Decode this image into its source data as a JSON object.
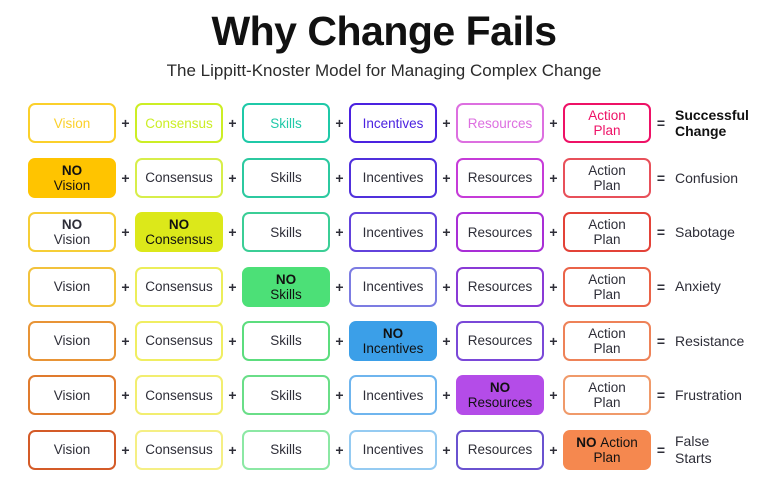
{
  "header": {
    "title": "Why Change Fails",
    "subtitle": "The Lippitt-Knoster Model for Managing Complex Change"
  },
  "symbols": {
    "plus": "+",
    "equals": "="
  },
  "columns": [
    "Vision",
    "Consensus",
    "Skills",
    "Incentives",
    "Resources",
    "Action Plan"
  ],
  "colors": {
    "vision": [
      "#FBD02B",
      "#FFC400",
      "#F6CE36",
      "#F2C23C",
      "#E89436",
      "#E07B2E",
      "#D45B28"
    ],
    "consensus": [
      "#CCEE25",
      "#D7EE4A",
      "#DCE81A",
      "#ECEE5A",
      "#F0EE62",
      "#F2EE70",
      "#F5EF84"
    ],
    "skills": [
      "#1FC9A8",
      "#2CC9A0",
      "#3BCE96",
      "#4CE077",
      "#5CDD7E",
      "#6ADE88",
      "#8CE8A4"
    ],
    "incentives": [
      "#4B22E0",
      "#5030DC",
      "#6242DC",
      "#7C7CE2",
      "#3B9FE8",
      "#6FB5EE",
      "#95CBF2"
    ],
    "resources": [
      "#DD6FE0",
      "#C63BD8",
      "#A92ED6",
      "#8A3AD6",
      "#7A48D8",
      "#B44CE8",
      "#6A52D0"
    ],
    "actionplan": [
      "#EE1166",
      "#E8505A",
      "#E34238",
      "#EA6348",
      "#EE8258",
      "#F09A6A",
      "#F5884F"
    ],
    "text_bold_black": "#111111",
    "text_body": "#2e2e38",
    "background": "#ffffff"
  },
  "rows": [
    {
      "id": "row-successful-change",
      "missing": null,
      "result": "Successful\nChange",
      "result_bold": true,
      "colored_text": true,
      "cells": [
        {
          "label": "Vision",
          "no": false,
          "filled": false
        },
        {
          "label": "Consensus",
          "no": false,
          "filled": false
        },
        {
          "label": "Skills",
          "no": false,
          "filled": false
        },
        {
          "label": "Incentives",
          "no": false,
          "filled": false
        },
        {
          "label": "Resources",
          "no": false,
          "filled": false
        },
        {
          "label": "Action\nPlan",
          "no": false,
          "filled": false
        }
      ]
    },
    {
      "id": "row-confusion",
      "missing": "Vision",
      "result": "Confusion",
      "result_bold": false,
      "colored_text": false,
      "cells": [
        {
          "label": "Vision",
          "no": true,
          "filled": true
        },
        {
          "label": "Consensus",
          "no": false,
          "filled": false
        },
        {
          "label": "Skills",
          "no": false,
          "filled": false
        },
        {
          "label": "Incentives",
          "no": false,
          "filled": false
        },
        {
          "label": "Resources",
          "no": false,
          "filled": false
        },
        {
          "label": "Action\nPlan",
          "no": false,
          "filled": false
        }
      ]
    },
    {
      "id": "row-sabotage",
      "missing": "Consensus",
      "result": "Sabotage",
      "result_bold": false,
      "colored_text": false,
      "cells": [
        {
          "label": "Vision",
          "no": true,
          "filled": false
        },
        {
          "label": "Consensus",
          "no": true,
          "filled": true
        },
        {
          "label": "Skills",
          "no": false,
          "filled": false
        },
        {
          "label": "Incentives",
          "no": false,
          "filled": false
        },
        {
          "label": "Resources",
          "no": false,
          "filled": false
        },
        {
          "label": "Action\nPlan",
          "no": false,
          "filled": false
        }
      ]
    },
    {
      "id": "row-anxiety",
      "missing": "Skills",
      "result": "Anxiety",
      "result_bold": false,
      "colored_text": false,
      "cells": [
        {
          "label": "Vision",
          "no": false,
          "filled": false
        },
        {
          "label": "Consensus",
          "no": false,
          "filled": false
        },
        {
          "label": "Skills",
          "no": true,
          "filled": true
        },
        {
          "label": "Incentives",
          "no": false,
          "filled": false
        },
        {
          "label": "Resources",
          "no": false,
          "filled": false
        },
        {
          "label": "Action\nPlan",
          "no": false,
          "filled": false
        }
      ]
    },
    {
      "id": "row-resistance",
      "missing": "Incentives",
      "result": "Resistance",
      "result_bold": false,
      "colored_text": false,
      "cells": [
        {
          "label": "Vision",
          "no": false,
          "filled": false
        },
        {
          "label": "Consensus",
          "no": false,
          "filled": false
        },
        {
          "label": "Skills",
          "no": false,
          "filled": false
        },
        {
          "label": "Incentives",
          "no": true,
          "filled": true
        },
        {
          "label": "Resources",
          "no": false,
          "filled": false
        },
        {
          "label": "Action\nPlan",
          "no": false,
          "filled": false
        }
      ]
    },
    {
      "id": "row-frustration",
      "missing": "Resources",
      "result": "Frustration",
      "result_bold": false,
      "colored_text": false,
      "cells": [
        {
          "label": "Vision",
          "no": false,
          "filled": false
        },
        {
          "label": "Consensus",
          "no": false,
          "filled": false
        },
        {
          "label": "Skills",
          "no": false,
          "filled": false
        },
        {
          "label": "Incentives",
          "no": false,
          "filled": false
        },
        {
          "label": "Resources",
          "no": true,
          "filled": true
        },
        {
          "label": "Action\nPlan",
          "no": false,
          "filled": false
        }
      ]
    },
    {
      "id": "row-false-starts",
      "missing": "Action Plan",
      "result": "False Starts",
      "result_bold": false,
      "colored_text": false,
      "cells": [
        {
          "label": "Vision",
          "no": false,
          "filled": false
        },
        {
          "label": "Consensus",
          "no": false,
          "filled": false
        },
        {
          "label": "Skills",
          "no": false,
          "filled": false
        },
        {
          "label": "Incentives",
          "no": false,
          "filled": false
        },
        {
          "label": "Resources",
          "no": false,
          "filled": false
        },
        {
          "label": "Action\nPlan",
          "no": true,
          "filled": true,
          "inline_no": true
        }
      ]
    }
  ]
}
